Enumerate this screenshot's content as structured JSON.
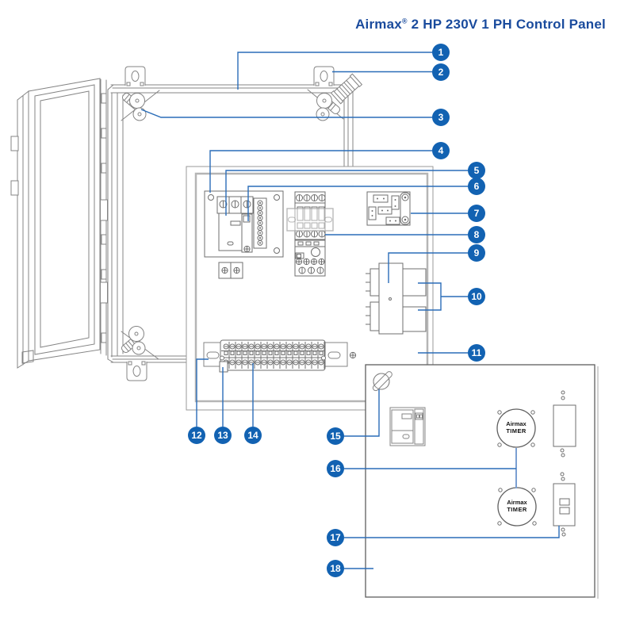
{
  "title": {
    "brand": "Airmax",
    "registered": "®",
    "rest": " 2 HP 230V 1 PH Control Panel"
  },
  "callouts": [
    "1",
    "2",
    "3",
    "4",
    "5",
    "6",
    "7",
    "8",
    "9",
    "10",
    "11",
    "12",
    "13",
    "14",
    "15",
    "16",
    "17",
    "18"
  ],
  "timers": [
    {
      "line1": "Airmax",
      "line2": "TIMER"
    },
    {
      "line1": "Airmax",
      "line2": "TIMER"
    }
  ],
  "colors": {
    "callout_blue": "#1262b2",
    "leader_blue": "#2a6db8",
    "title_blue": "#1a4b9d",
    "line_gray": "#848484"
  }
}
